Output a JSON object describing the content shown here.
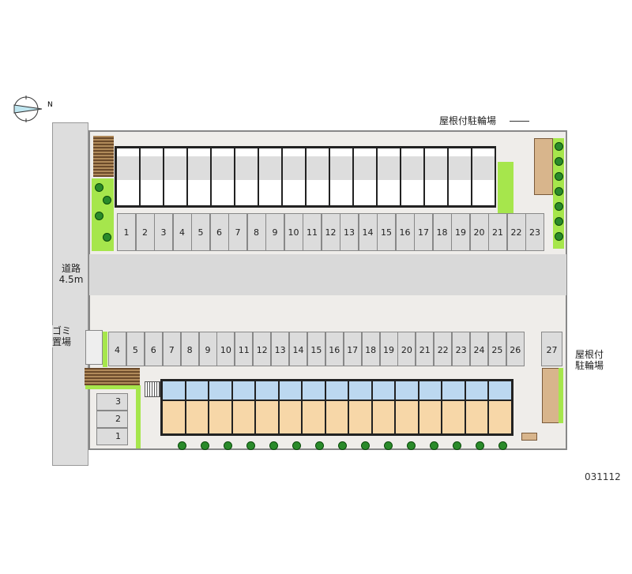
{
  "labels": {
    "road": "道路",
    "road_width": "4.5m",
    "garbage": "ゴミ",
    "garbage2": "置場",
    "bike_top": "屋根付駐輪場",
    "bike_bottom1": "屋根付",
    "bike_bottom2": "駐輪場",
    "code": "031112",
    "north": "N"
  },
  "parking": {
    "top_row": [
      "1",
      "2",
      "3",
      "4",
      "5",
      "6",
      "7",
      "8",
      "9",
      "10",
      "11",
      "12",
      "13",
      "14",
      "15",
      "16",
      "17",
      "18",
      "19",
      "20",
      "21",
      "22",
      "23"
    ],
    "bottom_row": [
      "4",
      "5",
      "6",
      "7",
      "8",
      "9",
      "10",
      "11",
      "12",
      "13",
      "14",
      "15",
      "16",
      "17",
      "18",
      "19",
      "20",
      "21",
      "22",
      "23",
      "24",
      "25",
      "26"
    ],
    "side": "27",
    "left_col": [
      "3",
      "2",
      "1"
    ]
  },
  "colors": {
    "unit_blue": "#bcd8f0",
    "unit_peach": "#f7d7a8",
    "green": "#a6e64c"
  }
}
